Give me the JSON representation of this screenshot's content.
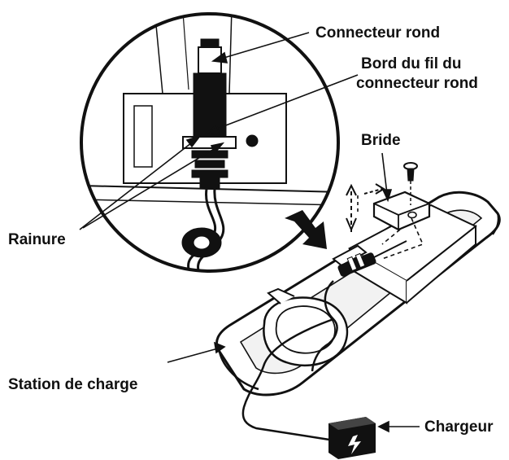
{
  "labels": {
    "connecteur_rond": "Connecteur rond",
    "bord_line1": "Bord du fil du",
    "bord_line2": "connecteur rond",
    "bride": "Bride",
    "rainure": "Rainure",
    "station": "Station de charge",
    "chargeur": "Chargeur"
  },
  "colors": {
    "ink": "#111111",
    "background": "#ffffff",
    "light_shade": "#f2f2f2"
  },
  "icons": {
    "charger": "lightning-bolt-icon",
    "screw": "screw-icon"
  }
}
